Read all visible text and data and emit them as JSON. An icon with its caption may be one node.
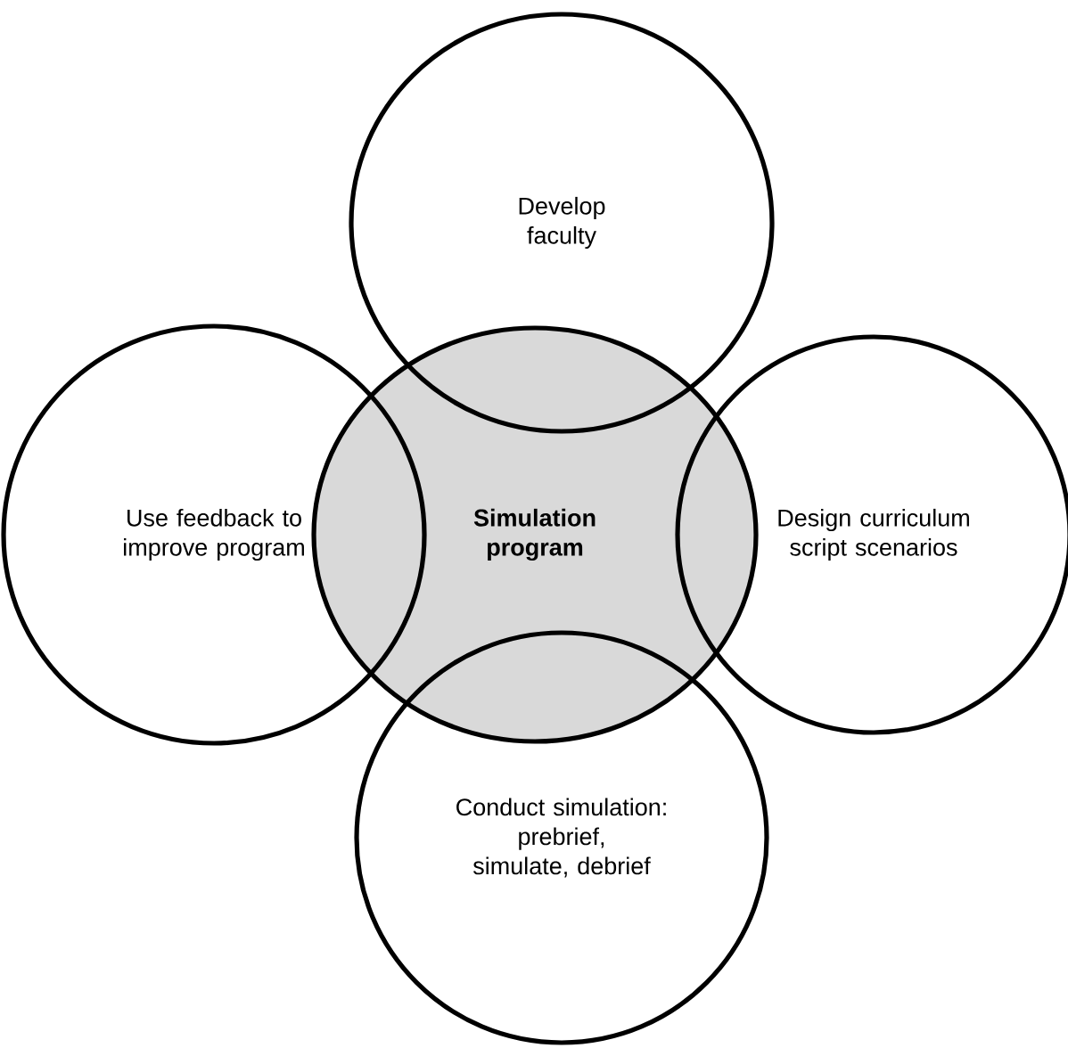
{
  "diagram": {
    "nodes": [
      {
        "text": [
          "Develop faculty"
        ]
      },
      {
        "text": [
          "Use feedback to improve program"
        ]
      },
      {
        "text": [
          "Simulation program"
        ]
      },
      {
        "text": [
          "Design curriculum script scenarios"
        ]
      },
      {
        "text": [
          "Conduct simulation: prebrief, simulate, debrief"
        ]
      }
    ]
  }
}
